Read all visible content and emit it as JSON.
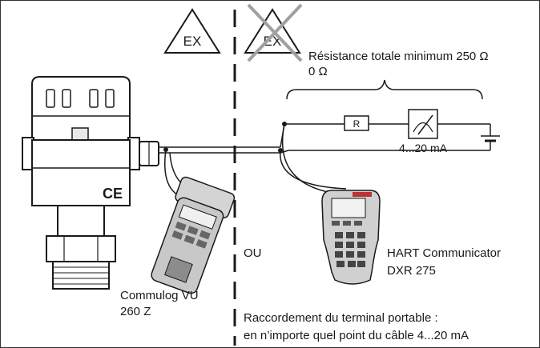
{
  "zones": {
    "ex_label": "EX",
    "non_ex_label": "EX"
  },
  "resistance": {
    "line1": "Résistance totale minimum 250 Ω",
    "line2": "0 Ω"
  },
  "circuit": {
    "resistor_label": "R",
    "current_range": "4...20 mA"
  },
  "or_label": "OU",
  "devices": {
    "commulog_line1": "Commulog VU",
    "commulog_line2": "260 Z",
    "hart_line1": "HART Communicator",
    "hart_line2": "DXR 275",
    "ce_mark": "CE"
  },
  "note": {
    "line1": "Raccordement du terminal portable :",
    "line2": "en n’importe quel point du câble 4...20 mA"
  }
}
